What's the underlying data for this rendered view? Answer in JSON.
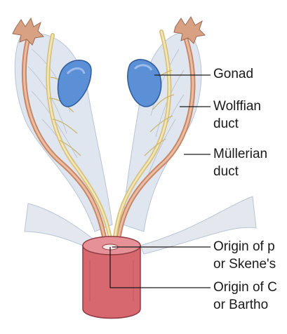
{
  "labels": {
    "gonad": "Gonad",
    "wolffian_line1": "Wolffian",
    "wolffian_line2": "duct",
    "mullerian_line1": "Müllerian",
    "mullerian_line2": "duct",
    "paraurethral_line1": "Origin of p",
    "paraurethral_line2": "or Skene's",
    "bartholin_line1": "Origin of C",
    "bartholin_line2": "or Bartho"
  },
  "colors": {
    "gonad": "#5b8fd6",
    "mullerian_duct": "#d9a184",
    "wolffian_duct": "#e8d59a",
    "urogenital_sinus": "#d7686f",
    "mesentery": "#dfe6ef"
  }
}
